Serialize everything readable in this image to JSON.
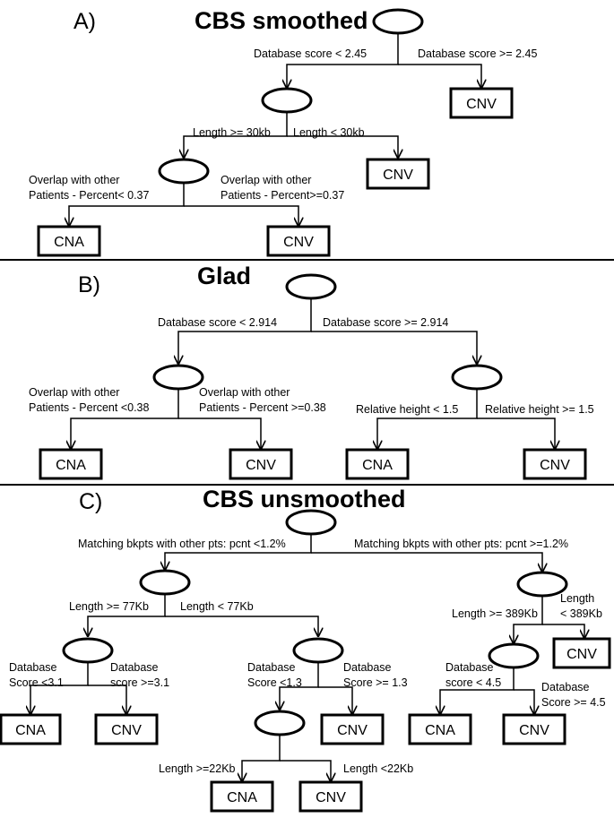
{
  "panels": [
    {
      "letter": "A)",
      "title": "CBS smoothed"
    },
    {
      "letter": "B)",
      "title": "Glad"
    },
    {
      "letter": "C)",
      "title": "CBS unsmoothed"
    }
  ],
  "labels": {
    "a_db_lt": "Database score < 2.45",
    "a_db_ge": "Database score >= 2.45",
    "a_len_ge": "Length >= 30kb",
    "a_len_lt": "Length < 30kb",
    "a_ov_l1": "Overlap with other",
    "a_ov_l2": "Patients - Percent< 0.37",
    "a_ov_r1": "Overlap with other",
    "a_ov_r2": "Patients - Percent>=0.37",
    "b_db_lt": "Database score < 2.914",
    "b_db_ge": "Database score >= 2.914",
    "b_ov_l1": "Overlap with other",
    "b_ov_l2": "Patients - Percent <0.38",
    "b_ov_r1": "Overlap with other",
    "b_ov_r2": "Patients - Percent >=0.38",
    "b_rh_lt": "Relative height < 1.5",
    "b_rh_ge": "Relative height >= 1.5",
    "c_mb_lt": "Matching bkpts with other pts: pcnt <1.2%",
    "c_mb_ge": "Matching bkpts with other pts: pcnt >=1.2%",
    "c_len_ge77": "Length >= 77Kb",
    "c_len_lt77": "Length < 77Kb",
    "c_len_ge389": "Length >= 389Kb",
    "c_len_lt389_1": "Length",
    "c_len_lt389_2": "< 389Kb",
    "c_db31_l1": "Database",
    "c_db31_l2": "Score  <3.1",
    "c_db31_r1": "Database",
    "c_db31_r2": "score >=3.1",
    "c_db13_l1": "Database",
    "c_db13_l2": "Score <1.3",
    "c_db13_r1": "Database",
    "c_db13_r2": "Score >= 1.3",
    "c_db45_l1": "Database",
    "c_db45_l2": "score < 4.5",
    "c_db45_r1": "Database",
    "c_db45_r2": "Score  >= 4.5",
    "c_len_ge22": "Length >=22Kb",
    "c_len_lt22": "Length <22Kb"
  },
  "leaves": {
    "a_cnv_1": "CNV",
    "a_cnv_2": "CNV",
    "a_cna_1": "CNA",
    "a_cnv_3": "CNV",
    "b_cna_1": "CNA",
    "b_cnv_1": "CNV",
    "b_cna_2": "CNA",
    "b_cnv_2": "CNV",
    "c_cnv_1": "CNV",
    "c_cna_1": "CNA",
    "c_cnv_2": "CNV",
    "c_cnv_3": "CNV",
    "c_cna_2": "CNA",
    "c_cnv_4": "CNV",
    "c_cna_3": "CNA",
    "c_cnv_5": "CNV"
  }
}
